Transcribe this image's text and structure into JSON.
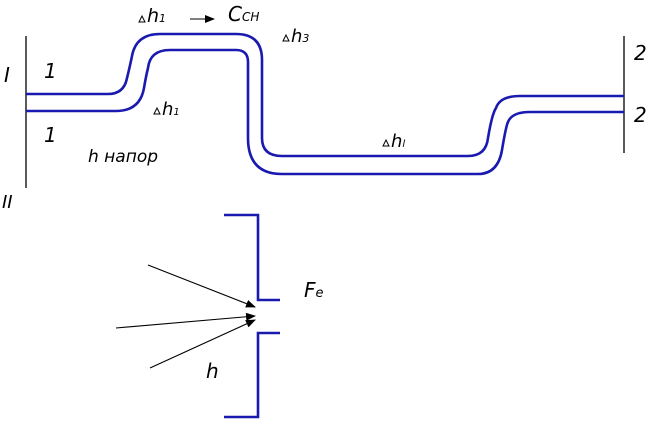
{
  "colors": {
    "pipe": "#1a1ab0",
    "line": "#000000",
    "background": "#ffffff"
  },
  "labels": {
    "section_I": "I",
    "section_II": "II",
    "section_1_top": "1",
    "section_1_bottom": "1",
    "section_2_top": "2",
    "section_2_bottom": "2",
    "head": "h напор",
    "dh1_top": "h",
    "dh1_top_sub": "1",
    "arrow_c": "C",
    "arrow_c_sub": "СН",
    "dh3": "h",
    "dh3_sub": "3",
    "dh1_bottom": "h",
    "dh1_bottom_sub": "1",
    "dhl": "h",
    "dhl_sub": "l",
    "fe": "F",
    "fe_sub": "e",
    "h_small": "h"
  }
}
